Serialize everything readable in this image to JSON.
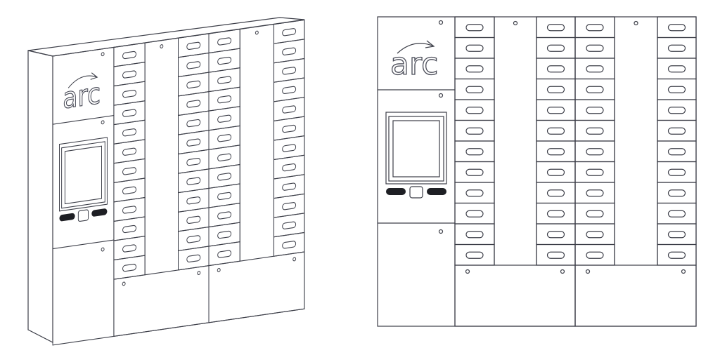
{
  "logo_text": "arc",
  "locker": {
    "sections": 2,
    "door_rows_per_column": 12,
    "door_columns_per_section": 2
  },
  "colors": {
    "body": "#a9adc0",
    "side": "#8f93a6",
    "top": "#c4c7d6",
    "screen": "#e4e6f2",
    "outline": "#3c3e48",
    "button": "#1e1f24"
  }
}
